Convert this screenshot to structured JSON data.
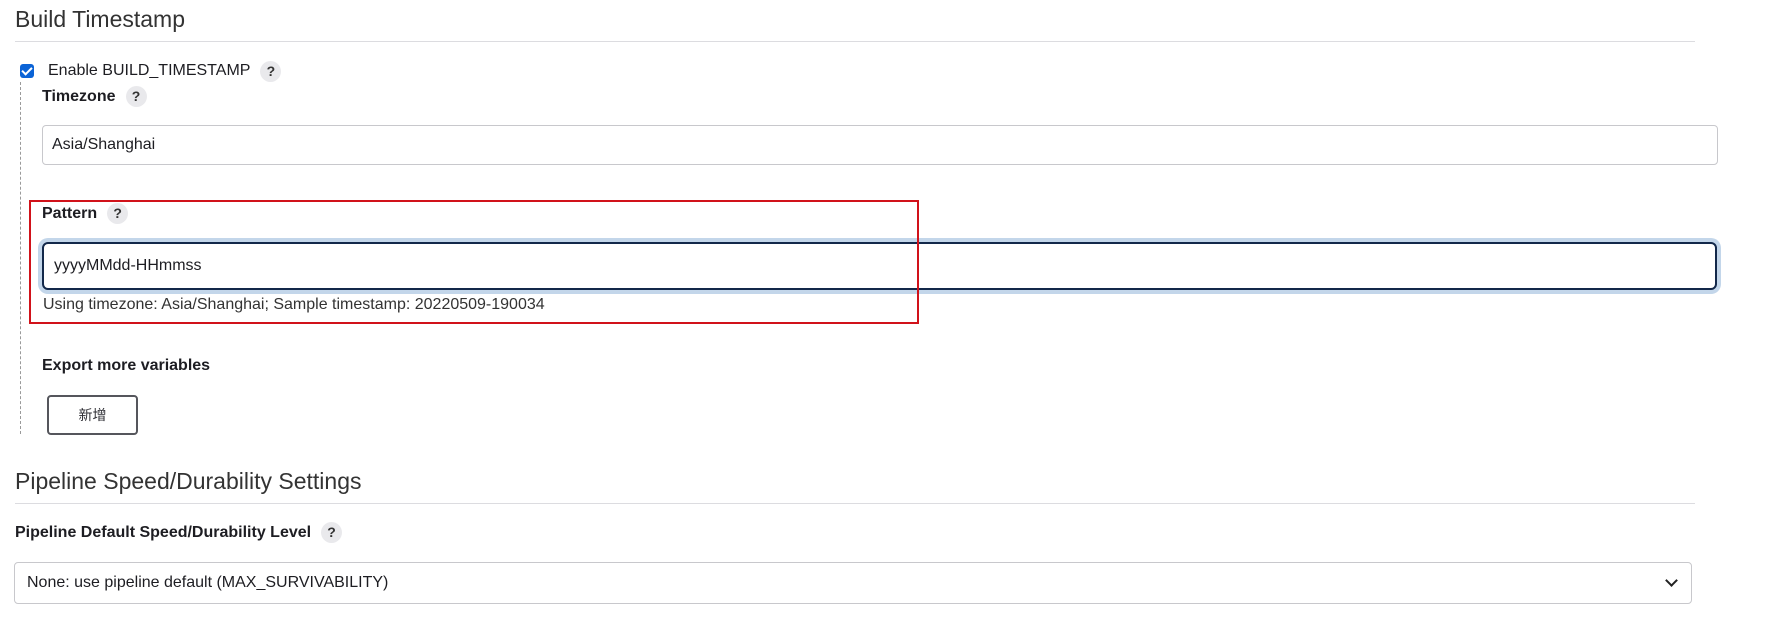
{
  "build_timestamp": {
    "section_title": "Build Timestamp",
    "enable_label": "Enable BUILD_TIMESTAMP",
    "enable_checked": true,
    "timezone_label": "Timezone",
    "timezone_value": "Asia/Shanghai",
    "pattern_label": "Pattern",
    "pattern_value": "yyyyMMdd-HHmmss",
    "pattern_hint": "Using timezone: Asia/Shanghai; Sample timestamp: 20220509-190034",
    "export_label": "Export more variables",
    "add_button_label": "新增",
    "help_glyph": "?"
  },
  "pipeline": {
    "section_title": "Pipeline Speed/Durability Settings",
    "level_label": "Pipeline Default Speed/Durability Level",
    "level_selected": "None: use pipeline default (MAX_SURVIVABILITY)"
  },
  "icons": {
    "help": "help-icon",
    "checkbox": "checkbox-checked-icon",
    "select": "chevron-down-icon"
  },
  "colors": {
    "accent": "#0b63d6",
    "highlight_box": "#d1121a",
    "focus_border": "#13284a",
    "focus_ring": "#c3d6ea"
  }
}
